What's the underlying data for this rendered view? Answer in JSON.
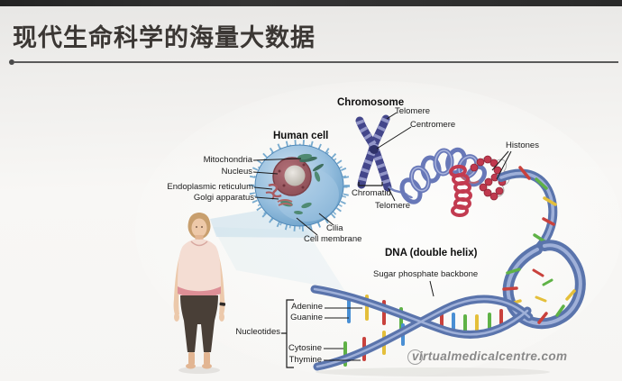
{
  "slide": {
    "title": "现代生命科学的海量大数据"
  },
  "diagram": {
    "human_cell": {
      "heading": "Human cell",
      "labels": {
        "mitochondria": "Mitochondria",
        "nucleus": "Nucleus",
        "endoplasmic_reticulum": "Endoplasmic reticulum",
        "golgi_apparatus": "Golgi apparatus",
        "cilia": "Cilia",
        "cell_membrane": "Cell membrane"
      }
    },
    "chromosome": {
      "heading": "Chromosome",
      "labels": {
        "telomere_top": "Telomere",
        "centromere": "Centromere",
        "chromatid": "Chromatid",
        "telomere_bottom": "Telomere",
        "histones": "Histones"
      }
    },
    "dna": {
      "heading": "DNA (double helix)",
      "labels": {
        "sugar_phosphate_backbone": "Sugar phosphate backbone",
        "nucleotides": "Nucleotides",
        "adenine": "Adenine",
        "guanine": "Guanine",
        "cytosine": "Cytosine",
        "thymine": "Thymine"
      },
      "base_colors": {
        "adenine": "#e4bf3a",
        "guanine": "#4a8fd4",
        "cytosine": "#5fb246",
        "thymine": "#c9413c"
      }
    },
    "art_colors": {
      "dna_ribbon": "#5a74ac",
      "chromosome": "#43468a",
      "histone_beads": "#c0394e",
      "cell_body": "#7fb2d6",
      "nucleus": "#9a5a60"
    },
    "watermark": "virtualmedicalcentre.com"
  }
}
